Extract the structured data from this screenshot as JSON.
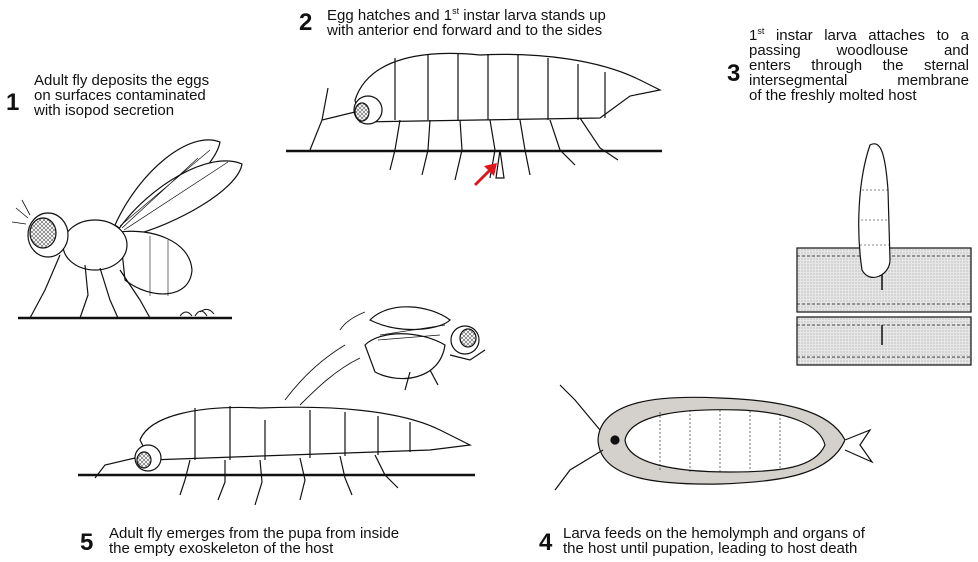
{
  "steps": [
    {
      "number": "1",
      "lines": [
        "Adult fly deposits the eggs",
        "on surfaces contaminated",
        "with isopod secretion"
      ]
    },
    {
      "number": "2",
      "lines": [
        "Egg hatches and 1",
        "instar larva stands up",
        "with anterior end forward and to the sides"
      ],
      "superscript": "st"
    },
    {
      "number": "3",
      "lines": [
        "instar larva attaches to a",
        "passing woodlouse and",
        "enters through the sternal",
        "intersegmental membrane",
        "of the freshly molted host"
      ],
      "lead": "1",
      "superscript": "st"
    },
    {
      "number": "4",
      "lines": [
        "Larva feeds on the hemolymph and organs of",
        "the host until pupation, leading to host death"
      ]
    },
    {
      "number": "5",
      "lines": [
        "Adult fly emerges from the pupa from inside",
        "the empty exoskeleton of the host"
      ]
    }
  ],
  "colors": {
    "arrow": "#e0141b",
    "ink": "#111111",
    "host_fill": "#d4d1cc",
    "cuticle_fill": "#e6e6e6"
  }
}
